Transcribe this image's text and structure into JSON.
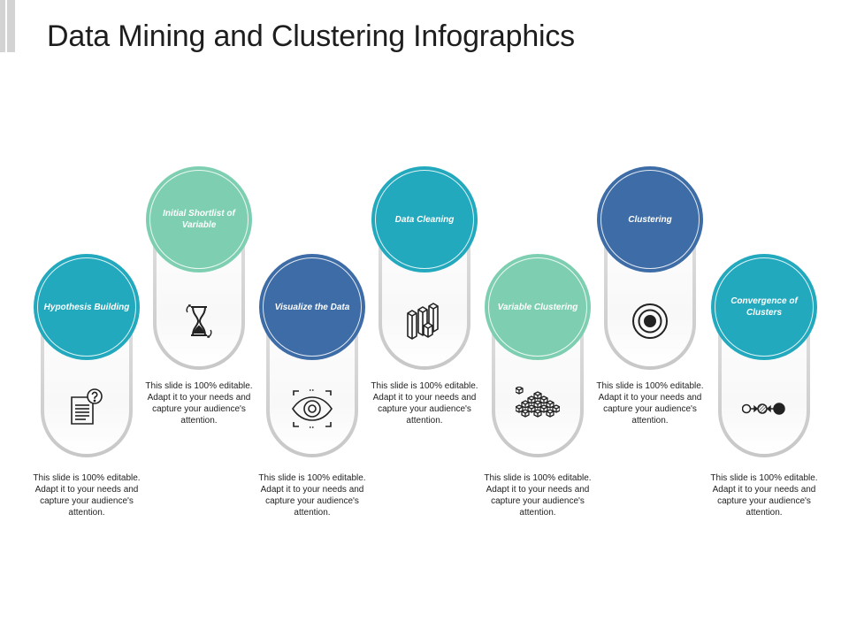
{
  "title": "Data Mining and Clustering Infographics",
  "colors": {
    "teal": "#22a9bd",
    "mint": "#7ecfb2",
    "navy": "#3d6ca6",
    "pill_border": "#cfcfcf",
    "text": "#222222"
  },
  "steps": [
    {
      "label": "Hypothesis Building",
      "icon": "document-question-icon",
      "color": "teal",
      "description": "This slide is 100% editable. Adapt it to your needs and capture your audience's attention."
    },
    {
      "label": "Initial Shortlist of Variable",
      "icon": "hourglass-icon",
      "color": "mint",
      "description": "This slide is 100% editable. Adapt it to your needs and capture your audience's attention."
    },
    {
      "label": "Visualize the Data",
      "icon": "eye-scan-icon",
      "color": "navy",
      "description": "This slide is 100% editable. Adapt it to your needs and capture your audience's attention."
    },
    {
      "label": "Data Cleaning",
      "icon": "bar-blocks-icon",
      "color": "teal",
      "description": "This slide is 100% editable. Adapt it to your needs and capture your audience's attention."
    },
    {
      "label": "Variable Clustering",
      "icon": "cube-cluster-icon",
      "color": "mint",
      "description": "This slide is 100% editable. Adapt it to your needs and capture your audience's attention."
    },
    {
      "label": "Clustering",
      "icon": "target-icon",
      "color": "navy",
      "description": "This slide is 100% editable. Adapt it to your needs and capture your audience's attention."
    },
    {
      "label": "Convergence of Clusters",
      "icon": "convergence-icon",
      "color": "teal",
      "description": "This slide is 100% editable. Adapt it to your needs and capture your audience's attention."
    }
  ]
}
